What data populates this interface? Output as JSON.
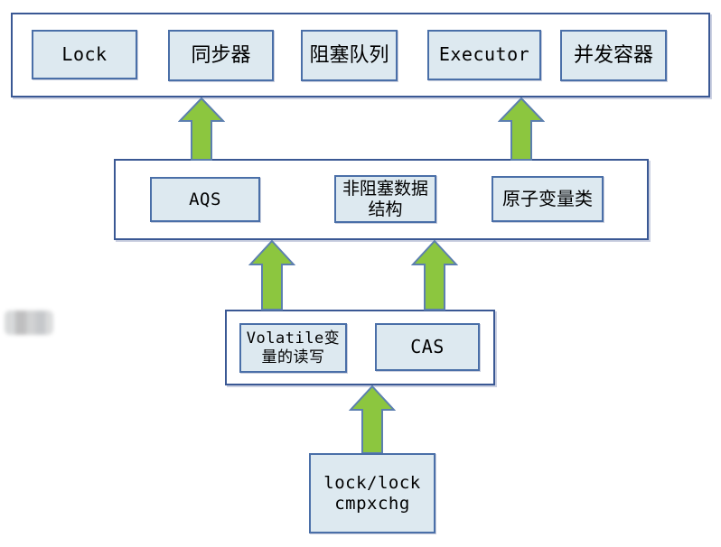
{
  "diagram": {
    "title": "Java Concurrency Layers",
    "colors": {
      "node_fill": "#DDE9F0",
      "node_border": "#4A6FA8",
      "group_border": "#3A5894",
      "arrow_fill": "#8CC63F",
      "arrow_border": "#5C7FAF",
      "background": "#FFFFFF"
    },
    "layers": [
      {
        "id": "layer-top",
        "name": "concurrency-utilities-layer",
        "nodes": [
          {
            "id": "node-lock",
            "label": "Lock",
            "script": "latin"
          },
          {
            "id": "node-synchronizer",
            "label": "同步器",
            "script": "cjk"
          },
          {
            "id": "node-blockingqueue",
            "label": "阻塞队列",
            "script": "cjk"
          },
          {
            "id": "node-executor",
            "label": "Executor",
            "script": "latin"
          },
          {
            "id": "node-concurrent-container",
            "label": "并发容器",
            "script": "cjk"
          }
        ]
      },
      {
        "id": "layer-middle",
        "name": "aqs-and-atomics-layer",
        "nodes": [
          {
            "id": "node-aqs",
            "label": "AQS",
            "script": "latin"
          },
          {
            "id": "node-nonblocking-ds",
            "label": "非阻塞数据\n结构",
            "script": "cjk"
          },
          {
            "id": "node-atomic-variables",
            "label": "原子变量类",
            "script": "cjk"
          }
        ]
      },
      {
        "id": "layer-primitives",
        "name": "volatile-and-cas-layer",
        "nodes": [
          {
            "id": "node-volatile",
            "label": "Volatile变\n量的读写",
            "script": "latin"
          },
          {
            "id": "node-cas",
            "label": "CAS",
            "script": "latin"
          }
        ]
      },
      {
        "id": "layer-cpu",
        "name": "cpu-instruction-layer",
        "nodes": [
          {
            "id": "node-lock-cmpxchg",
            "label": "lock/lock\ncmpxchg",
            "script": "latin"
          }
        ]
      }
    ],
    "arrows": [
      {
        "id": "arrow-aqs-to-synchronizer",
        "direction": "up"
      },
      {
        "id": "arrow-atomic-to-executor",
        "direction": "up"
      },
      {
        "id": "arrow-volatile-to-aqs",
        "direction": "up"
      },
      {
        "id": "arrow-cas-to-nonblocking",
        "direction": "up"
      },
      {
        "id": "arrow-cpu-to-volatile",
        "direction": "up"
      }
    ],
    "watermark": {
      "id": "redacted-watermark",
      "label": ""
    }
  }
}
